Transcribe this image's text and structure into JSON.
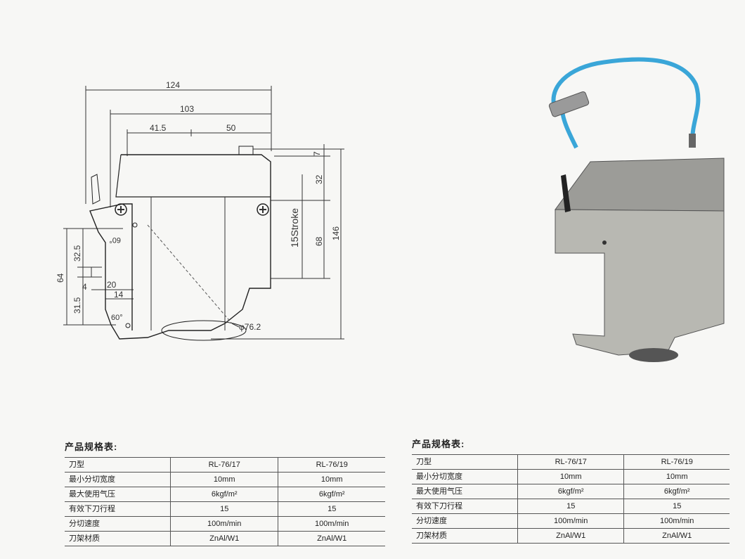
{
  "drawing": {
    "dims": {
      "d124": "124",
      "d103": "103",
      "d41_5": "41.5",
      "d50": "50",
      "d7": "7",
      "d32": "32",
      "stroke": "15Stroke",
      "d68": "68",
      "d146": "146",
      "d64": "64",
      "d32_5": "32.5",
      "d4": "4",
      "d31_5": "31.5",
      "d20": "20",
      "d14": "14",
      "angle_top": "60°",
      "angle_bottom": "60°",
      "phi": "φ76.2"
    }
  },
  "tables": [
    {
      "title": "产品规格表:",
      "rows": [
        {
          "label": "刀型",
          "v1": "RL-76/17",
          "v2": "RL-76/19"
        },
        {
          "label": "最小分切宽度",
          "v1": "10mm",
          "v2": "10mm"
        },
        {
          "label": "最大使用气压",
          "v1": "6kgf/m²",
          "v2": "6kgf/m²"
        },
        {
          "label": "有效下刀行程",
          "v1": "15",
          "v2": "15"
        },
        {
          "label": "分切速度",
          "v1": "100m/min",
          "v2": "100m/min"
        },
        {
          "label": "刀架材质",
          "v1": "ZnAl/W1",
          "v2": "ZnAl/W1"
        }
      ]
    },
    {
      "title": "产品规格表:",
      "rows": [
        {
          "label": "刀型",
          "v1": "RL-76/17",
          "v2": "RL-76/19"
        },
        {
          "label": "最小分切宽度",
          "v1": "10mm",
          "v2": "10mm"
        },
        {
          "label": "最大使用气压",
          "v1": "6kgf/m²",
          "v2": "6kgf/m²"
        },
        {
          "label": "有效下刀行程",
          "v1": "15",
          "v2": "15"
        },
        {
          "label": "分切速度",
          "v1": "100m/min",
          "v2": "100m/min"
        },
        {
          "label": "刀架材质",
          "v1": "ZnAl/W1",
          "v2": "ZnAl/W1"
        }
      ]
    }
  ]
}
